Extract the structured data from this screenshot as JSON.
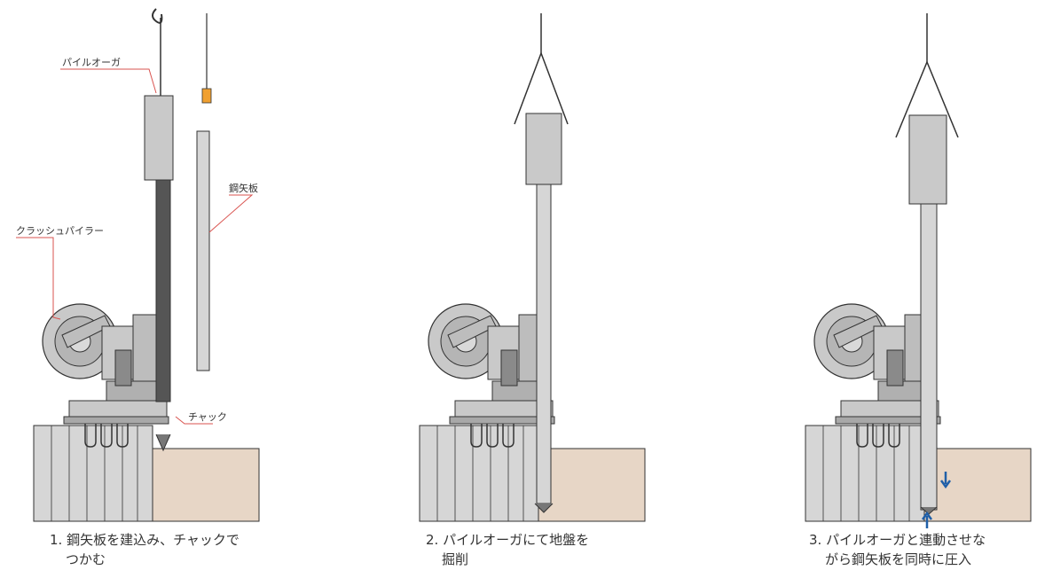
{
  "labels": {
    "pile_auger": "パイルオーガ",
    "steel_sheet_pile": "鋼矢板",
    "crush_piler": "クラッシュパイラー",
    "chuck": "チャック"
  },
  "steps": [
    {
      "line1": "1. 鋼矢板を建込み、チャックで",
      "line2": "つかむ"
    },
    {
      "line1": "2. パイルオーガにて地盤を",
      "line2": "掘削"
    },
    {
      "line1": "3. パイルオーガと連動させな",
      "line2": "がら鋼矢板を同時に圧入"
    }
  ],
  "colors": {
    "machine": "#c9c9c9",
    "machine_dark": "#9a9a9a",
    "outline": "#333333",
    "soil": "#e7d6c6",
    "leader": "#d9534f",
    "arrow": "#1f5fa8",
    "clip": "#f0a030"
  }
}
